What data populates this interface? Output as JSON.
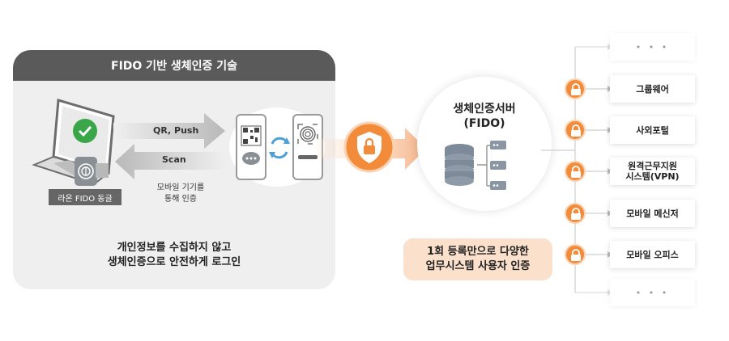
{
  "panel": {
    "title": "FIDO 기반 생체인증 기술",
    "device_label": "라온 FIDO 동글",
    "arrow_top_label": "QR, Push",
    "arrow_bottom_label": "Scan",
    "mobile_caption_line1": "모바일 기기를",
    "mobile_caption_line2": "통해 인증",
    "bottom_line1": "개인정보를 수집하지 않고",
    "bottom_line2": "생체인증으로 안전하게 로그인"
  },
  "server": {
    "title_line1": "생체인증서버",
    "title_line2": "(FIDO)"
  },
  "note": {
    "line1": "1회 등록만으로 다양한",
    "line2": "업무시스템 사용자 인증"
  },
  "systems": {
    "top_placeholder": "• • •",
    "items": [
      {
        "label": "그룹웨어"
      },
      {
        "label": "사외포털"
      },
      {
        "label_line1": "원격근무지원",
        "label_line2": "시스템(VPN)"
      },
      {
        "label": "모바일 메신저"
      },
      {
        "label": "모바일 오피스"
      }
    ],
    "bottom_placeholder": "• • •"
  },
  "colors": {
    "accent": "#f28b3a",
    "accent_light": "#fbe0cc",
    "panel_bg": "#efefef",
    "panel_header": "#5a5a5a",
    "check_green": "#3aa64a",
    "server_blue": "#7d8a99"
  },
  "icons": [
    "laptop-icon",
    "check-icon",
    "fingerprint-icon",
    "qr-icon",
    "chat-icon",
    "sync-icon",
    "shield-lock-icon",
    "database-icon",
    "lock-icon"
  ]
}
